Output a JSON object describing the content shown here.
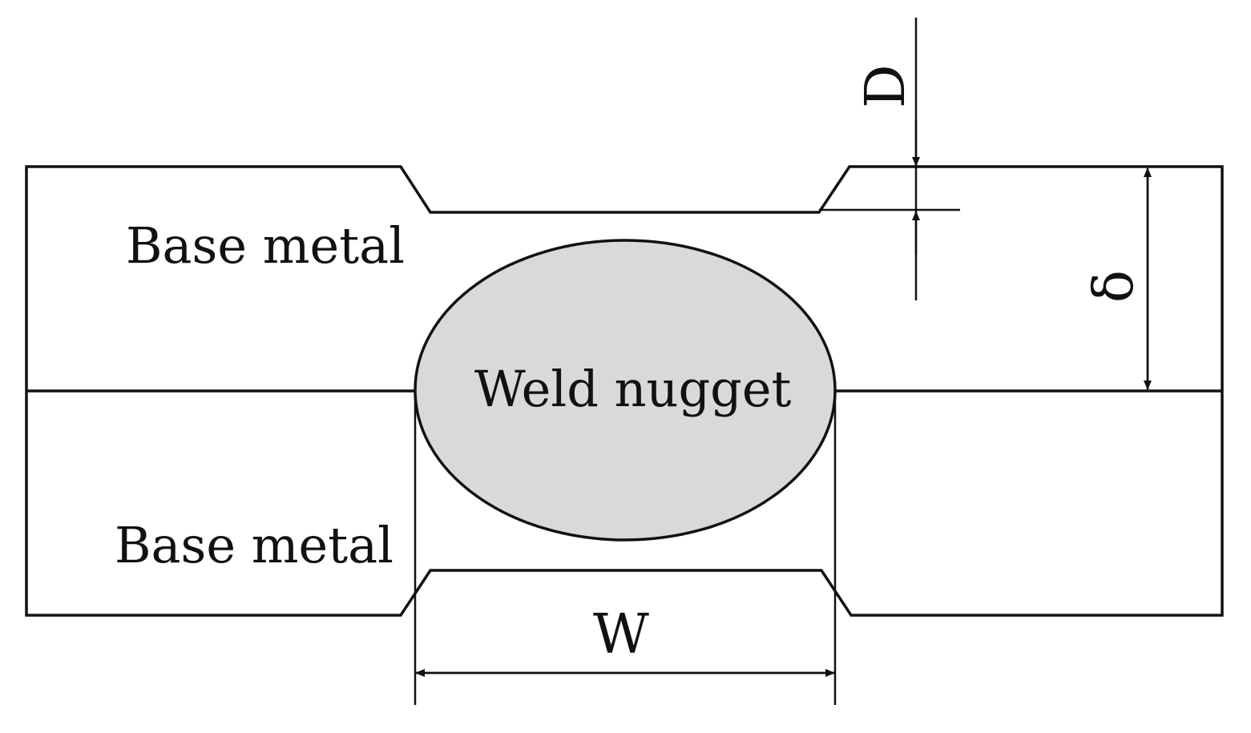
{
  "labels": {
    "base_metal_top": "Base metal",
    "base_metal_bottom": "Base metal",
    "weld_nugget": "Weld nugget",
    "dim_W": "W",
    "dim_D": "D",
    "dim_delta": "δ"
  },
  "colors": {
    "line": "#111111",
    "nugget_fill": "#d9d9d9",
    "background": "#ffffff"
  }
}
